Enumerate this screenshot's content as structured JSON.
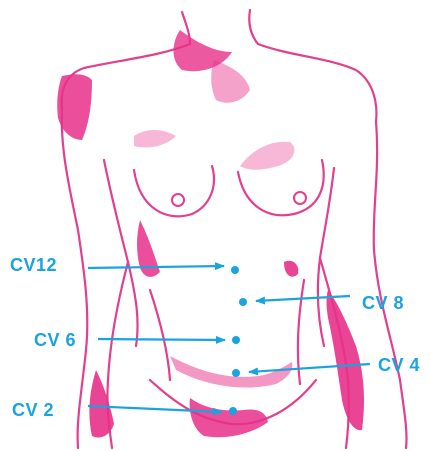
{
  "colors": {
    "body_fill": "#e8308a",
    "body_outline": "#e23f8e",
    "accent_blue": "#1aa3e0",
    "background": "#ffffff"
  },
  "acupoints": [
    {
      "id": "cv12",
      "label": "CV12"
    },
    {
      "id": "cv8",
      "label": "CV 8"
    },
    {
      "id": "cv6",
      "label": "CV 6"
    },
    {
      "id": "cv4",
      "label": "CV 4"
    },
    {
      "id": "cv2",
      "label": "CV 2"
    }
  ]
}
